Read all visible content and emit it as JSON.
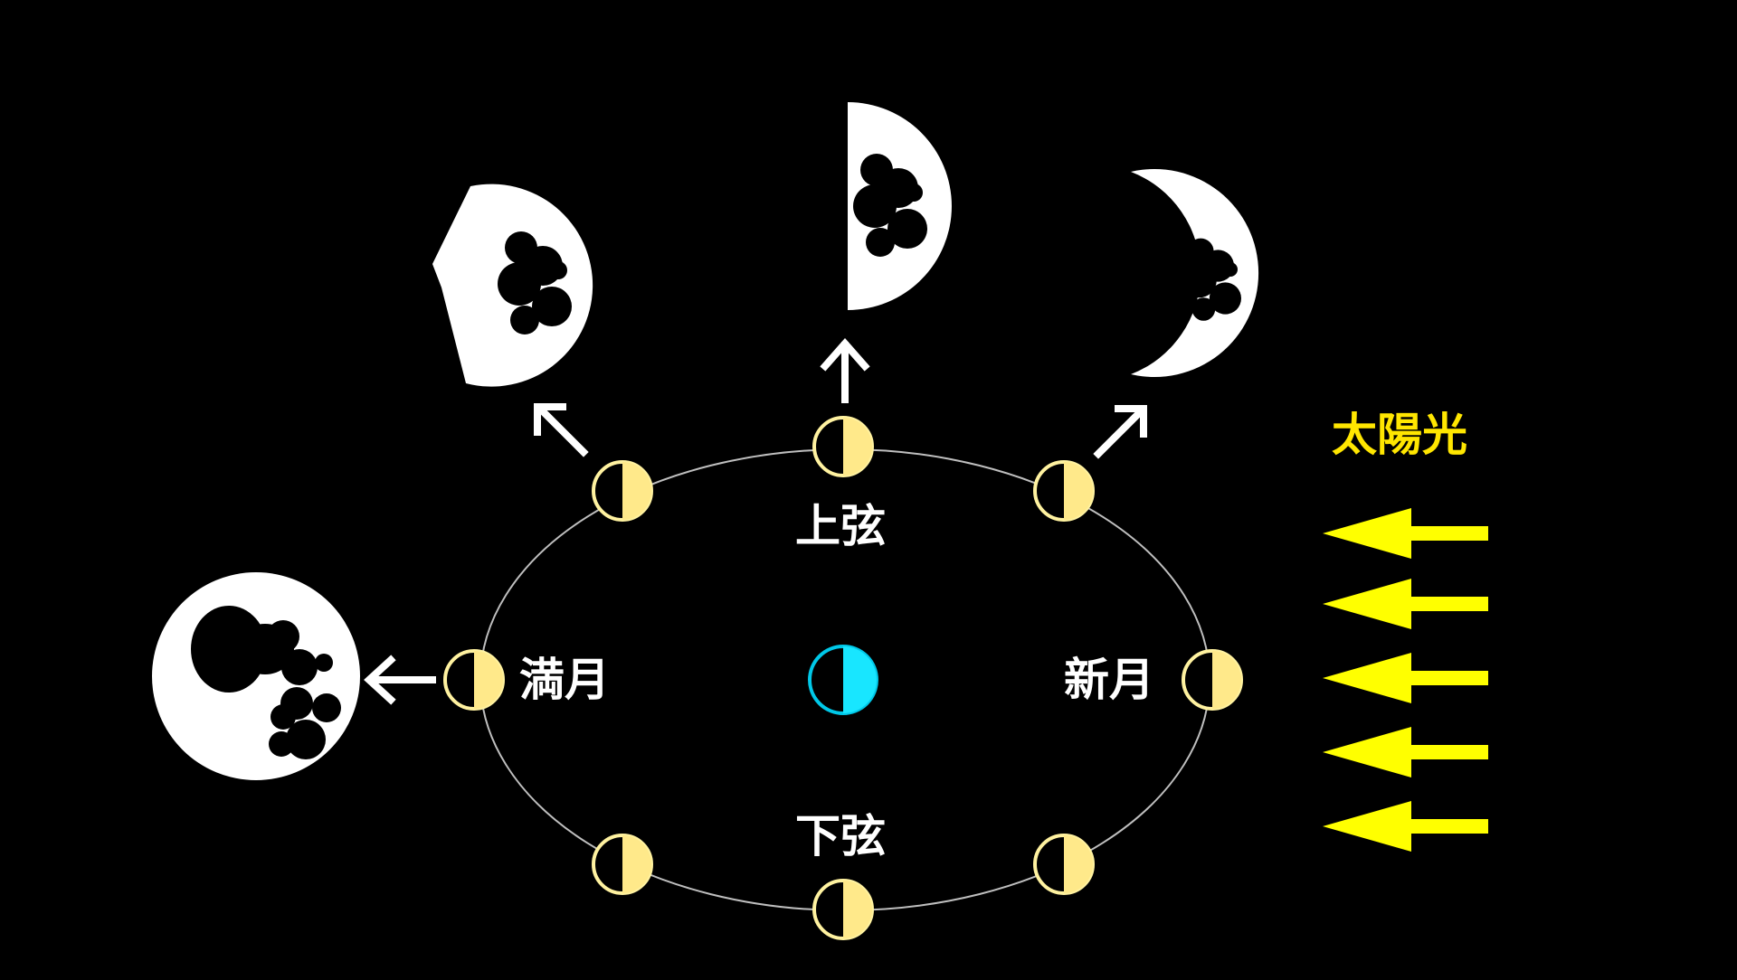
{
  "labels": {
    "first_quarter": "上弦",
    "last_quarter": "下弦",
    "full_moon": "満月",
    "new_moon": "新月",
    "sunlight": "太陽光"
  },
  "colors": {
    "background": "#000000",
    "orbit": "#bfbfbf",
    "moon_lit": "#ffe98a",
    "moon_outline": "#fff2a0",
    "earth_day": "#18e6ff",
    "earth_outline": "#00c8e8",
    "sunlight_arrow": "#ffff00",
    "moon_appearance": "#ffffff",
    "crater": "#000000"
  },
  "icons": {
    "orbit_moon": "half-lit-moon-icon",
    "earth": "earth-icon",
    "sunlight_arrow": "left-arrow-icon",
    "view_arrow": "white-arrow-icon",
    "phase_view": "moon-phase-icon"
  },
  "moon_views": [
    "full-moon",
    "waxing-gibbous",
    "first-quarter",
    "waxing-crescent"
  ]
}
